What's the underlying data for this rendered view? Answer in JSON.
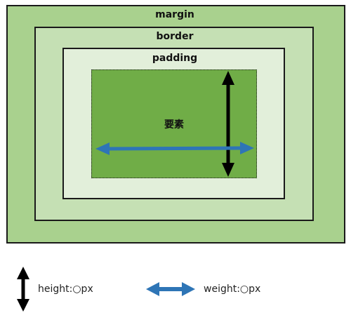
{
  "diagram": {
    "margin_label": "margin",
    "border_label": "border",
    "padding_label": "padding",
    "element_label": "要素"
  },
  "legend": {
    "height_text": "height:○px",
    "weight_text": "weight:○px"
  },
  "colors": {
    "margin_fill": "#a9d18e",
    "border_fill": "#c5e0b4",
    "padding_fill": "#e2efda",
    "element_fill": "#70ad47",
    "height_arrow": "#000000",
    "width_arrow": "#2e75b6"
  }
}
